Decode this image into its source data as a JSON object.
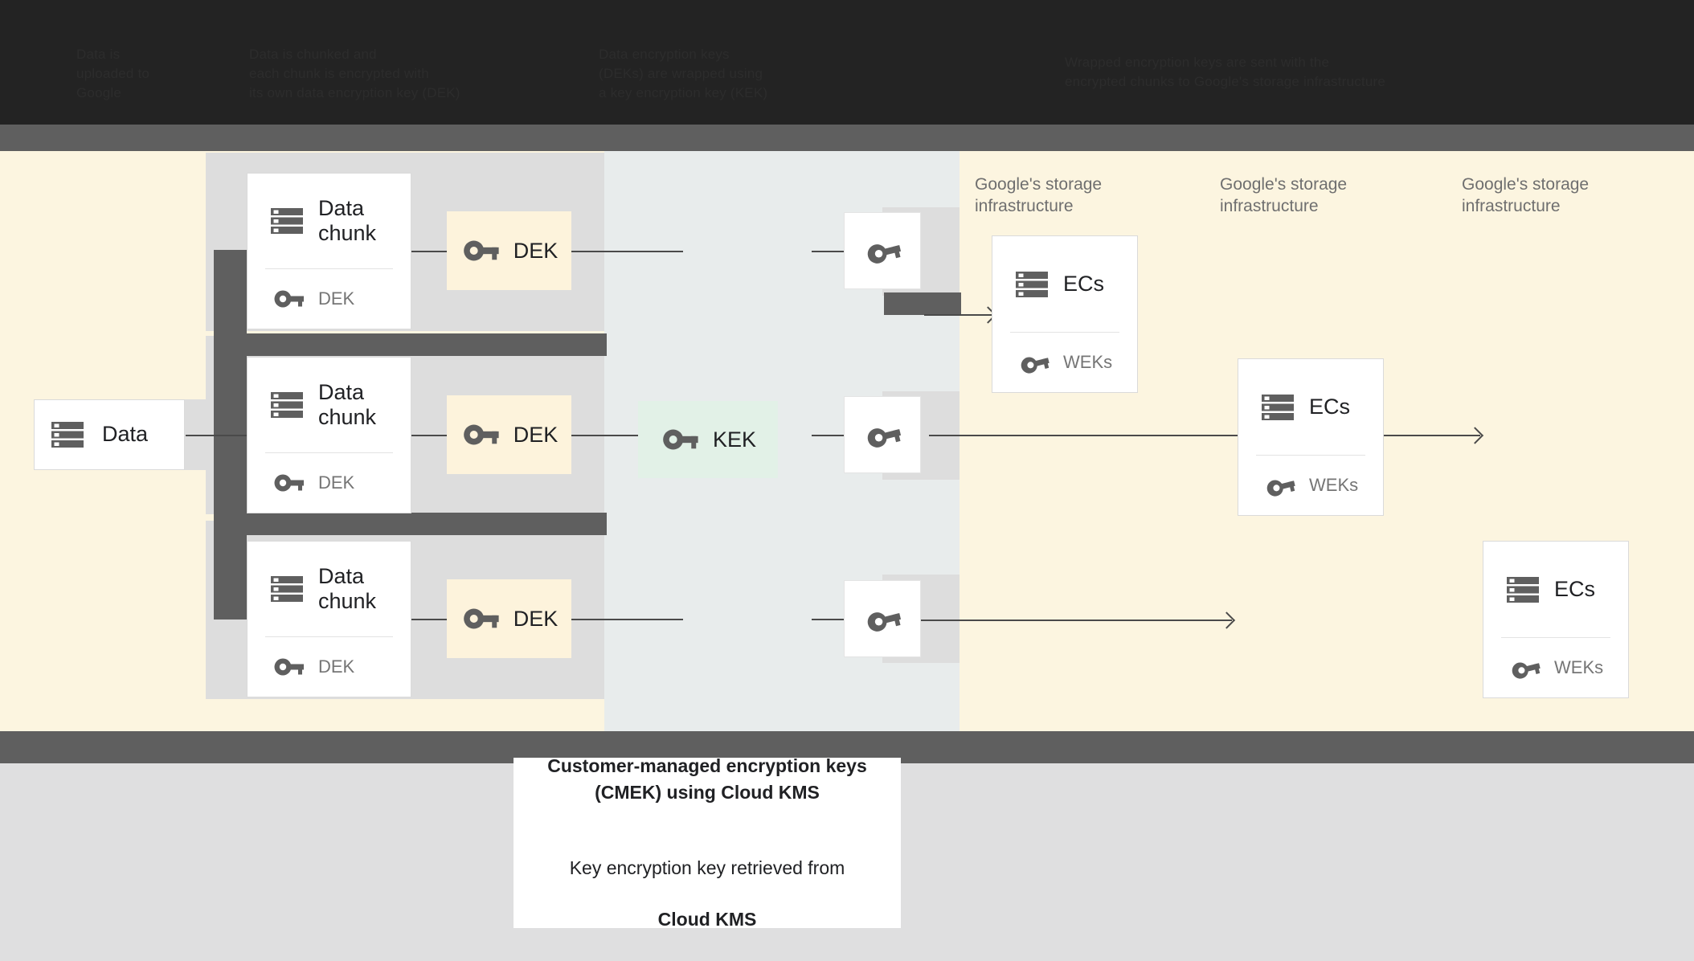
{
  "header": {
    "columns": [
      {
        "id": "col1",
        "text": "Data is\nuploaded to\nGoogle"
      },
      {
        "id": "col2",
        "text": "Data is chunked and\neach chunk is encrypted with\nits own data encryption key (DEK)"
      },
      {
        "id": "col3",
        "text": "Data encryption keys\n(DEKs) are wrapped using\na key encryption key (KEK)"
      },
      {
        "id": "col4",
        "text": "Wrapped encryption keys are sent with the\nencrypted chunks to Google's storage infrastructure"
      }
    ]
  },
  "diagram": {
    "source_card": {
      "title": "Data",
      "icon": "server-icon"
    },
    "chunk_cards": [
      {
        "title": "Data\nchunk",
        "key_label": "DEK",
        "icon": "server-icon",
        "key_icon": "key-icon"
      },
      {
        "title": "Data\nchunk",
        "key_label": "DEK",
        "icon": "server-icon",
        "key_icon": "key-icon"
      },
      {
        "title": "Data\nchunk",
        "key_label": "DEK",
        "icon": "server-icon",
        "key_icon": "key-icon"
      }
    ],
    "dek_chips": [
      {
        "label": "DEK",
        "icon": "key-icon"
      },
      {
        "label": "DEK",
        "icon": "key-icon"
      },
      {
        "label": "DEK",
        "icon": "key-icon"
      }
    ],
    "kek_chip": {
      "label": "KEK",
      "icon": "key-icon"
    },
    "wrapped_key_boxes": [
      {
        "icon": "key-icon"
      },
      {
        "icon": "key-icon"
      },
      {
        "icon": "key-icon"
      }
    ],
    "section_labels": [
      "Google's storage\ninfrastructure",
      "Google's storage\ninfrastructure",
      "Google's storage\ninfrastructure"
    ],
    "storage_cards": [
      {
        "title": "ECs",
        "key_label": "WEKs",
        "icon": "server-icon",
        "key_icon": "key-icon"
      },
      {
        "title": "ECs",
        "key_label": "WEKs",
        "icon": "server-icon",
        "key_icon": "key-icon"
      },
      {
        "title": "ECs",
        "key_label": "WEKs",
        "icon": "server-icon",
        "key_icon": "key-icon"
      }
    ]
  },
  "caption": {
    "title": "Customer-managed encryption keys\n(CMEK) using Cloud KMS",
    "body_line_1": "Key encryption key retrieved from",
    "body_line_2": "Cloud KMS"
  },
  "colors": {
    "band_black": "#232323",
    "band_gray": "#5f5f5f",
    "cream": "#fcf5e0",
    "blue_gray": "#e8ecec",
    "light_gray": "#dfdfe0",
    "row_gray": "#dddddd",
    "dek_chip": "#fdf3dc",
    "kek_chip": "#e2f1e7",
    "icon_gray": "#5f5f5f",
    "text_dark": "#202124",
    "text_muted": "#757575"
  }
}
